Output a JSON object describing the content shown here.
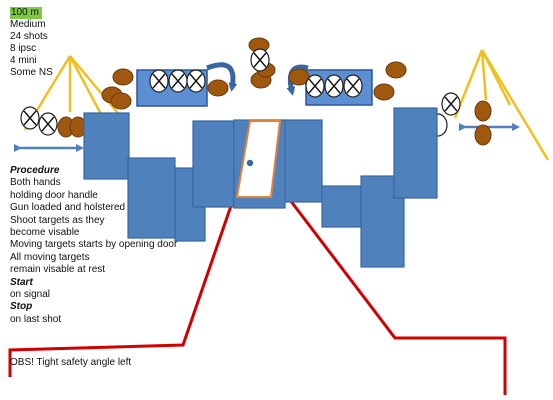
{
  "stage_info": {
    "distance": "100 m",
    "difficulty": "Medium",
    "shots": "24 shots",
    "ipsc": "8 ipsc",
    "mini": "4 mini",
    "ns": "Some NS"
  },
  "procedure": {
    "heading": "Procedure",
    "lines": [
      "Both hands",
      "holding door handle",
      "Gun loaded and holstered",
      "Shoot targets as they",
      "become visable",
      "Moving targets starts by opening door",
      "All moving targets",
      "remain visable at rest"
    ],
    "start_heading": "Start",
    "start_text": "on signal",
    "stop_heading": "Stop",
    "stop_text": "on last shot"
  },
  "note": "OBS! Tight safety angle left",
  "colors": {
    "wall_fill": "#4f81bd",
    "wall_stroke": "#3a66a0",
    "safety_line": "#d00000",
    "stand": "#f0c020",
    "no_shoot": "#a0580f",
    "door_frame": "#e0813c",
    "highlight": "#7ec843"
  }
}
